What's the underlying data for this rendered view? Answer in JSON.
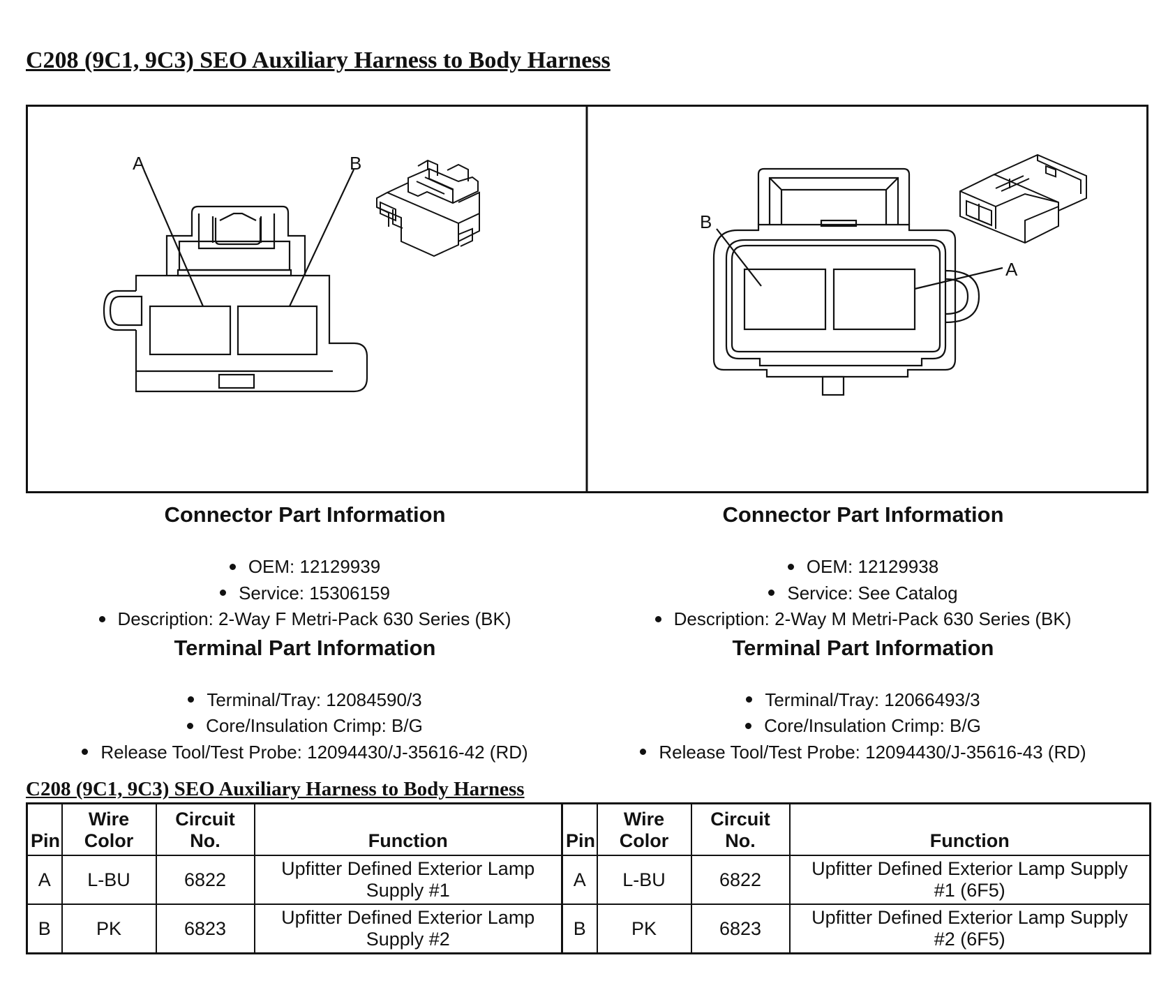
{
  "title": "C208 (9C1, 9C3) SEO Auxiliary Harness to Body Harness",
  "diagram": {
    "left_labels": [
      "A",
      "B"
    ],
    "right_labels": [
      "B",
      "A"
    ]
  },
  "left": {
    "connector_heading": "Connector Part Information",
    "connector_items": [
      "OEM: 12129939",
      "Service: 15306159",
      "Description: 2-Way F Metri-Pack 630 Series (BK)"
    ],
    "terminal_heading": "Terminal Part Information",
    "terminal_items": [
      "Terminal/Tray: 12084590/3",
      "Core/Insulation Crimp: B/G",
      "Release Tool/Test Probe: 12094430/J-35616-42 (RD)"
    ]
  },
  "right": {
    "connector_heading": "Connector Part Information",
    "connector_items": [
      "OEM: 12129938",
      "Service: See Catalog",
      "Description: 2-Way M Metri-Pack 630 Series (BK)"
    ],
    "terminal_heading": "Terminal Part Information",
    "terminal_items": [
      "Terminal/Tray: 12066493/3",
      "Core/Insulation Crimp: B/G",
      "Release Tool/Test Probe: 12094430/J-35616-43 (RD)"
    ]
  },
  "table": {
    "title": "C208 (9C1, 9C3) SEO Auxiliary Harness to Body Harness",
    "headers": {
      "pin": "Pin",
      "wire_color_1": "Wire",
      "wire_color_2": "Color",
      "circuit_1": "Circuit",
      "circuit_2": "No.",
      "function": "Function"
    },
    "left_rows": [
      {
        "pin": "A",
        "wire": "L-BU",
        "circuit": "6822",
        "function_1": "Upfitter Defined Exterior Lamp",
        "function_2": "Supply #1"
      },
      {
        "pin": "B",
        "wire": "PK",
        "circuit": "6823",
        "function_1": "Upfitter Defined Exterior Lamp",
        "function_2": "Supply #2"
      }
    ],
    "right_rows": [
      {
        "pin": "A",
        "wire": "L-BU",
        "circuit": "6822",
        "function_1": "Upfitter Defined Exterior Lamp Supply",
        "function_2": "#1 (6F5)"
      },
      {
        "pin": "B",
        "wire": "PK",
        "circuit": "6823",
        "function_1": "Upfitter Defined Exterior Lamp Supply",
        "function_2": "#2 (6F5)"
      }
    ]
  }
}
